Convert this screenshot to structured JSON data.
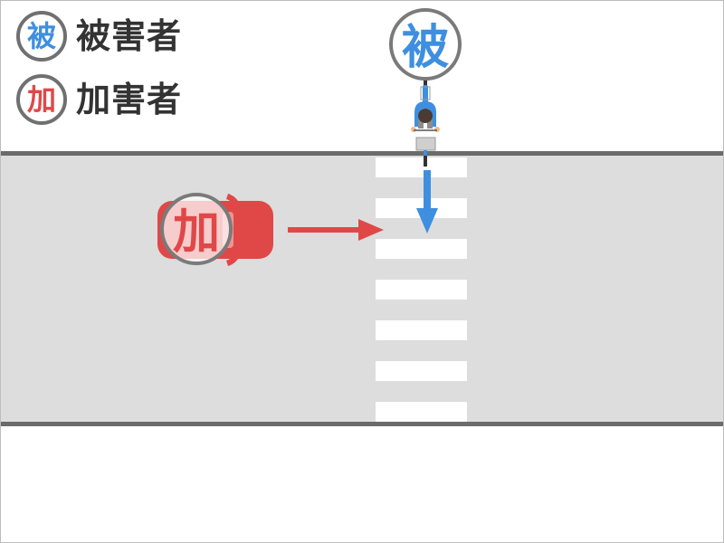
{
  "legend": {
    "items": [
      {
        "badge": "被",
        "label": "被害者",
        "color": "#3f8fe0"
      },
      {
        "badge": "加",
        "label": "加害者",
        "color": "#e04848"
      }
    ]
  },
  "scene": {
    "victim": {
      "badge": "被",
      "vehicle": "bicycle",
      "direction": "down",
      "color": "#3f8fe0"
    },
    "offender": {
      "badge": "加",
      "vehicle": "car",
      "direction": "right",
      "color": "#e04848"
    },
    "crosswalk": {
      "stripes": 7
    },
    "colors": {
      "road": "#dddddd",
      "road_edge": "#6b6b6b",
      "badge_ring": "#707070",
      "stripe": "#ffffff"
    }
  }
}
